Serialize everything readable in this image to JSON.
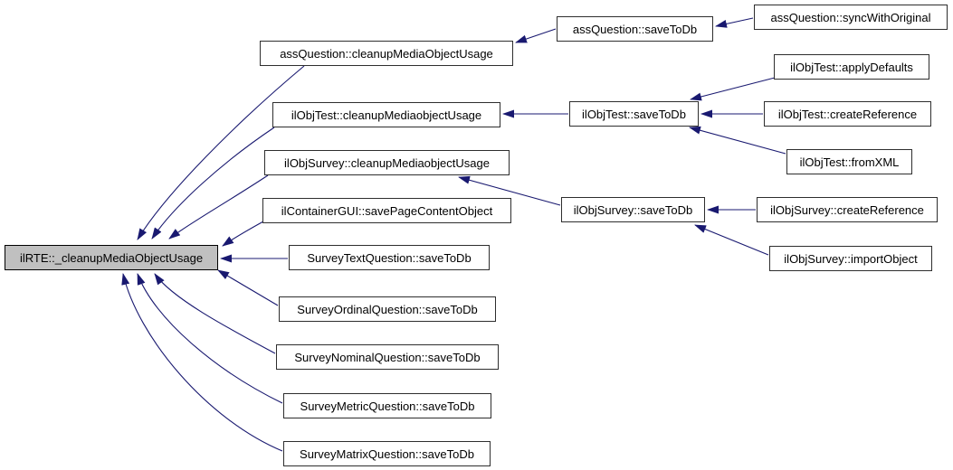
{
  "diagram": {
    "type": "call-graph",
    "root": "ilRTE::_cleanupMediaObjectUsage",
    "colors": {
      "edge": "#191970",
      "node_background": "#ffffff",
      "node_border": "#2e2e2e",
      "highlighted_node_background": "#c0c0c0",
      "background": "#ffffff"
    },
    "nodes": [
      {
        "label": "ilRTE::_cleanupMediaObjectUsage",
        "highlighted": true
      },
      {
        "label": "assQuestion::cleanupMediaObjectUsage",
        "highlighted": false
      },
      {
        "label": "assQuestion::saveToDb",
        "highlighted": false
      },
      {
        "label": "assQuestion::syncWithOriginal",
        "highlighted": false
      },
      {
        "label": "ilObjTest::cleanupMediaobjectUsage",
        "highlighted": false
      },
      {
        "label": "ilObjTest::saveToDb",
        "highlighted": false
      },
      {
        "label": "ilObjTest::applyDefaults",
        "highlighted": false
      },
      {
        "label": "ilObjTest::createReference",
        "highlighted": false
      },
      {
        "label": "ilObjTest::fromXML",
        "highlighted": false
      },
      {
        "label": "ilObjSurvey::cleanupMediaobjectUsage",
        "highlighted": false
      },
      {
        "label": "ilObjSurvey::saveToDb",
        "highlighted": false
      },
      {
        "label": "ilObjSurvey::createReference",
        "highlighted": false
      },
      {
        "label": "ilObjSurvey::importObject",
        "highlighted": false
      },
      {
        "label": "ilContainerGUI::savePageContentObject",
        "highlighted": false
      },
      {
        "label": "SurveyTextQuestion::saveToDb",
        "highlighted": false
      },
      {
        "label": "SurveyOrdinalQuestion::saveToDb",
        "highlighted": false
      },
      {
        "label": "SurveyNominalQuestion::saveToDb",
        "highlighted": false
      },
      {
        "label": "SurveyMetricQuestion::saveToDb",
        "highlighted": false
      },
      {
        "label": "SurveyMatrixQuestion::saveToDb",
        "highlighted": false
      }
    ],
    "edges": [
      {
        "from": "assQuestion::cleanupMediaObjectUsage",
        "to": "ilRTE::_cleanupMediaObjectUsage"
      },
      {
        "from": "ilObjTest::cleanupMediaobjectUsage",
        "to": "ilRTE::_cleanupMediaObjectUsage"
      },
      {
        "from": "ilObjSurvey::cleanupMediaobjectUsage",
        "to": "ilRTE::_cleanupMediaObjectUsage"
      },
      {
        "from": "ilContainerGUI::savePageContentObject",
        "to": "ilRTE::_cleanupMediaObjectUsage"
      },
      {
        "from": "SurveyTextQuestion::saveToDb",
        "to": "ilRTE::_cleanupMediaObjectUsage"
      },
      {
        "from": "SurveyOrdinalQuestion::saveToDb",
        "to": "ilRTE::_cleanupMediaObjectUsage"
      },
      {
        "from": "SurveyNominalQuestion::saveToDb",
        "to": "ilRTE::_cleanupMediaObjectUsage"
      },
      {
        "from": "SurveyMetricQuestion::saveToDb",
        "to": "ilRTE::_cleanupMediaObjectUsage"
      },
      {
        "from": "SurveyMatrixQuestion::saveToDb",
        "to": "ilRTE::_cleanupMediaObjectUsage"
      },
      {
        "from": "assQuestion::saveToDb",
        "to": "assQuestion::cleanupMediaObjectUsage"
      },
      {
        "from": "assQuestion::syncWithOriginal",
        "to": "assQuestion::saveToDb"
      },
      {
        "from": "ilObjTest::saveToDb",
        "to": "ilObjTest::cleanupMediaobjectUsage"
      },
      {
        "from": "ilObjTest::applyDefaults",
        "to": "ilObjTest::saveToDb"
      },
      {
        "from": "ilObjTest::createReference",
        "to": "ilObjTest::saveToDb"
      },
      {
        "from": "ilObjTest::fromXML",
        "to": "ilObjTest::saveToDb"
      },
      {
        "from": "ilObjSurvey::saveToDb",
        "to": "ilObjSurvey::cleanupMediaobjectUsage"
      },
      {
        "from": "ilObjSurvey::createReference",
        "to": "ilObjSurvey::saveToDb"
      },
      {
        "from": "ilObjSurvey::importObject",
        "to": "ilObjSurvey::saveToDb"
      }
    ]
  }
}
